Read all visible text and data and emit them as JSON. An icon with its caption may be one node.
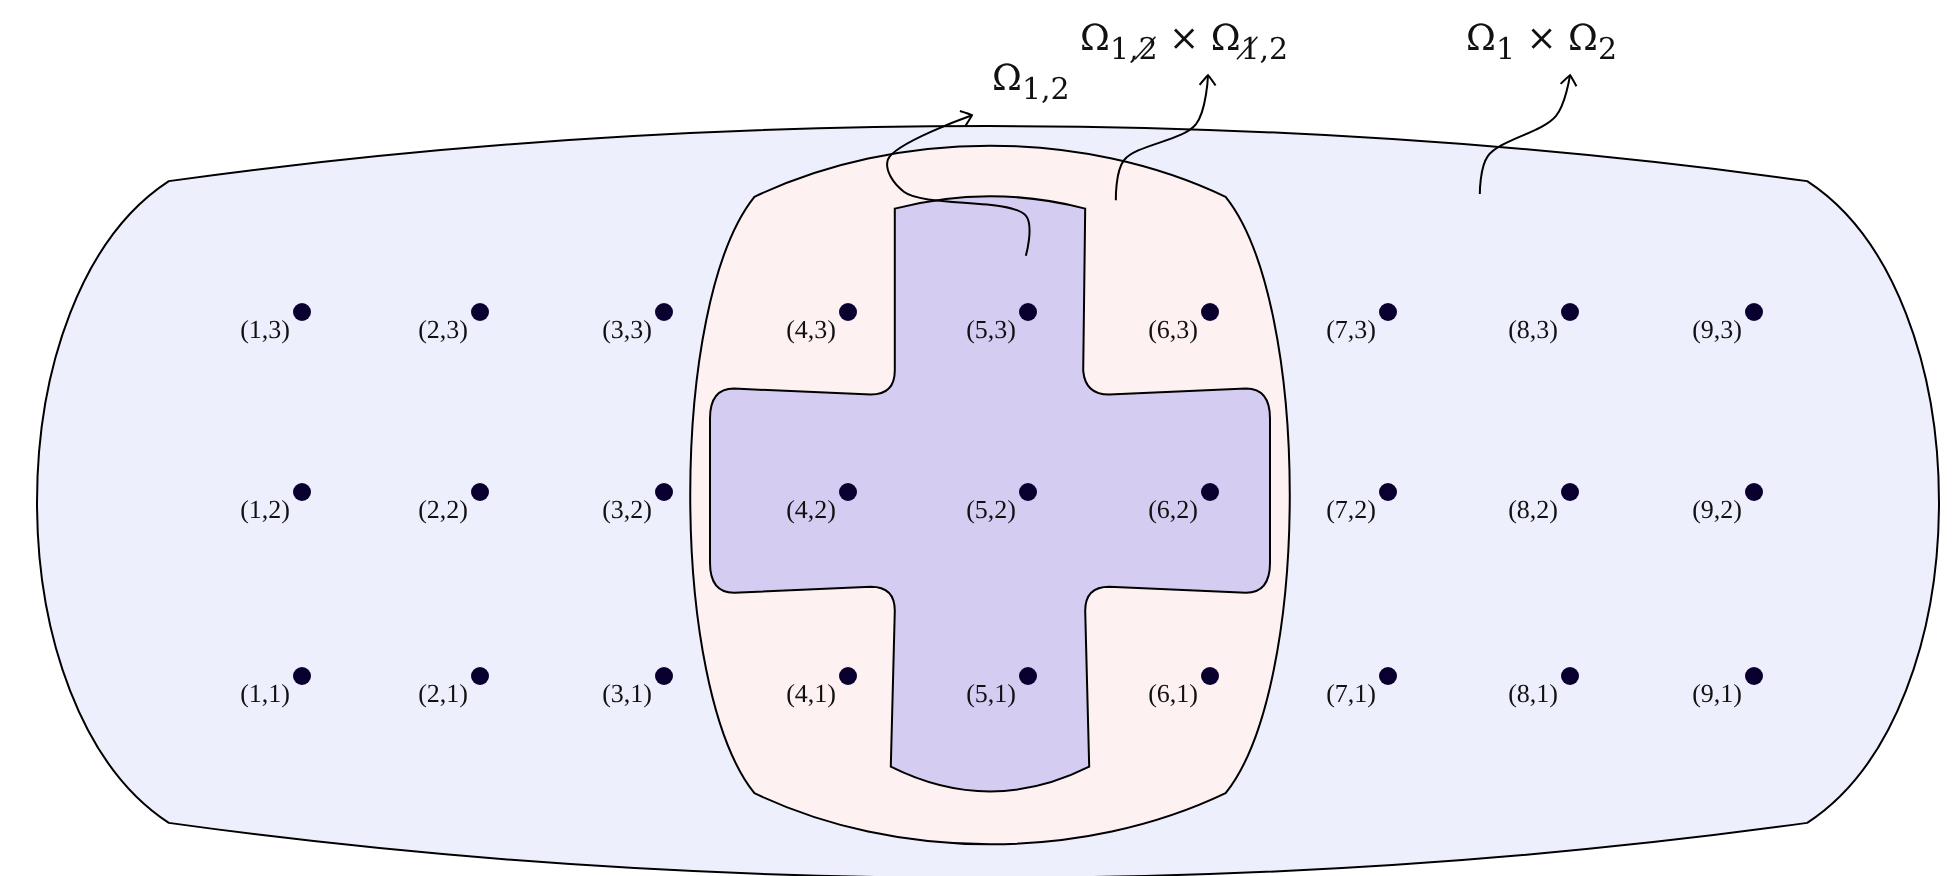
{
  "diagram": {
    "nodes": [
      {
        "text": [
          "Ω$_{1,2}$"
        ]
      },
      {
        "text": [
          "Ω$_{1,2̸}$ × Ω$_{1̸,2}$"
        ]
      },
      {
        "text": [
          "Ω$_{1}$ × Ω$_{2}$"
        ]
      },
      {
        "text": [],
        "shape": "box"
      },
      {
        "text": [],
        "shape": "box",
        "in": 3
      },
      {
        "text": [],
        "shape": "cross",
        "in": 4
      }
    ],
    "edges": [
      {
        "from": 5,
        "to": 0,
        "arrow": "to"
      },
      {
        "from": 4,
        "to": 1,
        "arrow": "to"
      },
      {
        "from": 3,
        "to": 2,
        "arrow": "to"
      }
    ],
    "labels": [
      "(1,3)",
      "(2,3)",
      "(3,3)",
      "(4,3)",
      "(5,3)",
      "(6,3)",
      "(7,3)",
      "(8,3)",
      "(9,3)",
      "(1,2)",
      "(2,2)",
      "(3,2)",
      "(4,2)",
      "(5,2)",
      "(6,2)",
      "(7,2)",
      "(8,2)",
      "(9,2)",
      "(1,1)",
      "(2,1)",
      "(3,1)",
      "(4,1)",
      "(5,1)",
      "(6,1)",
      "(7,1)",
      "(8,1)",
      "(9,1)"
    ]
  }
}
